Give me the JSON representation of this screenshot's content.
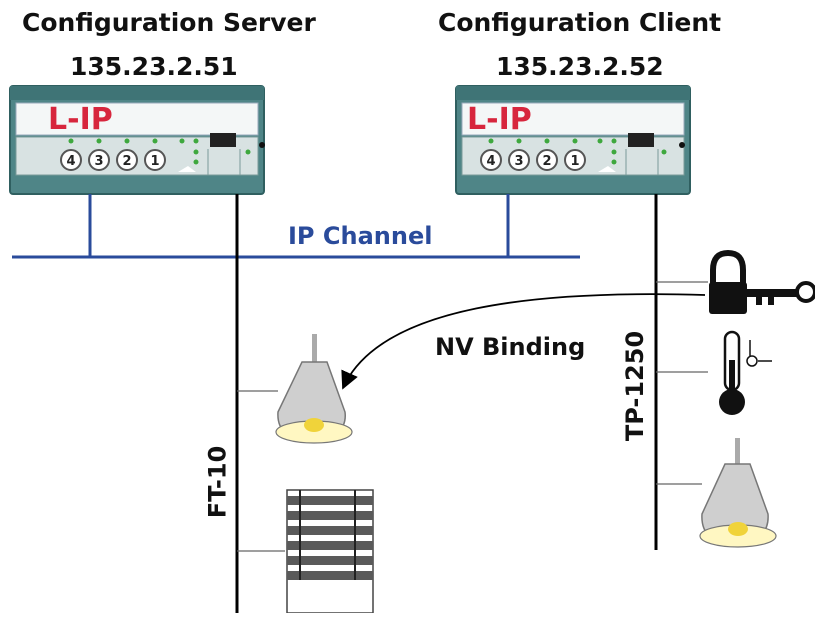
{
  "server": {
    "title": "Configuration Server",
    "ip": "135.23.2.51",
    "brand": "L-IP"
  },
  "client": {
    "title": "Configuration Client",
    "ip": "135.23.2.52",
    "brand": "L-IP"
  },
  "ports": [
    "4",
    "3",
    "2",
    "1"
  ],
  "ip_channel_label": "IP Channel",
  "ft_channel_label": "FT-10",
  "tp_channel_label": "TP-1250",
  "binding_label": "NV Binding",
  "colors": {
    "brand_red": "#d7263d",
    "channel_blue": "#2a4b9b",
    "device_body": "#4f8587",
    "device_light": "#d8e2e2"
  }
}
